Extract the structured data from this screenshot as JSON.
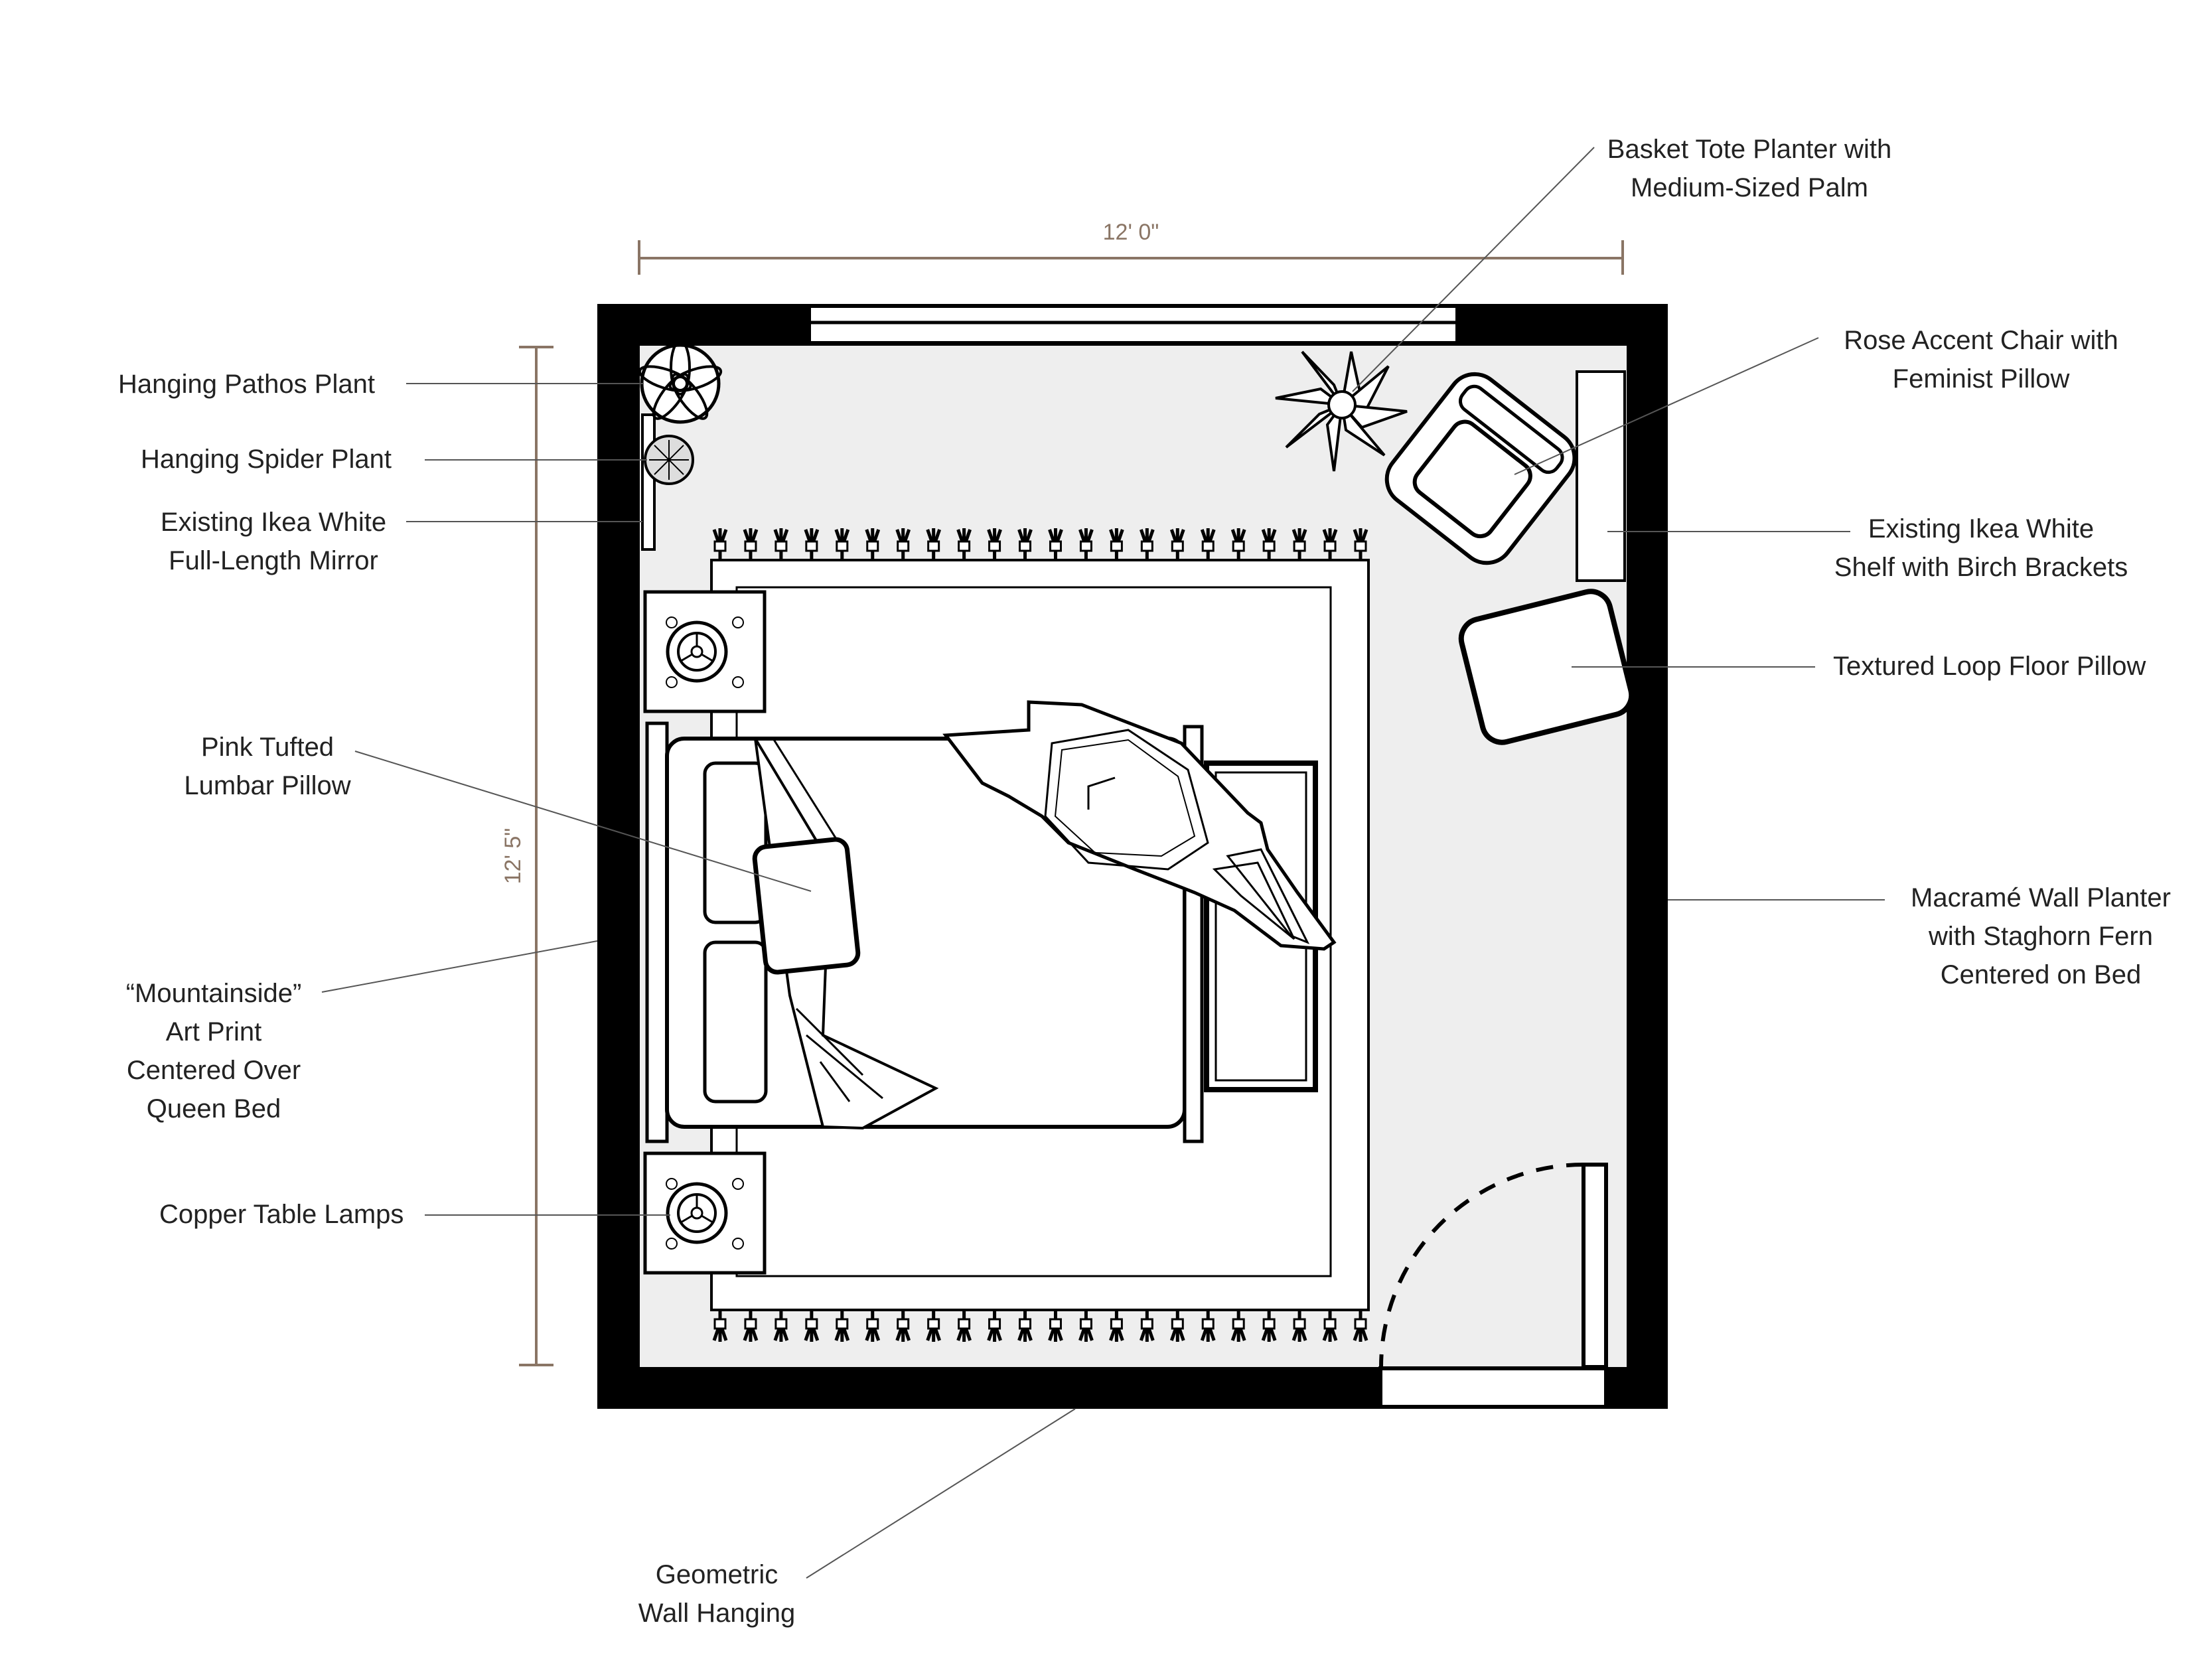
{
  "dimensions": {
    "width": "12' 0\"",
    "length": "12' 5\""
  },
  "annotations": {
    "basket_planter": [
      "Basket Tote Planter with",
      "Medium-Sized Palm"
    ],
    "pathos_plant": [
      "Hanging Pathos Plant"
    ],
    "spider_plant": [
      "Hanging Spider Plant"
    ],
    "mirror": [
      "Existing Ikea White",
      "Full-Length Mirror"
    ],
    "lumbar_pillow": [
      "Pink Tufted",
      "Lumbar Pillow"
    ],
    "art_print": [
      "“Mountainside”",
      "Art Print",
      "Centered Over",
      "Queen Bed"
    ],
    "table_lamps": [
      "Copper Table Lamps"
    ],
    "wall_hanging": [
      "Geometric",
      "Wall Hanging"
    ],
    "accent_chair": [
      "Rose Accent Chair with",
      "Feminist Pillow"
    ],
    "shelf": [
      "Existing Ikea White",
      "Shelf with Birch Brackets"
    ],
    "floor_pillow": [
      "Textured Loop Floor Pillow"
    ],
    "wall_planter": [
      "Macramé Wall Planter",
      "with Staghorn Fern",
      "Centered on Bed"
    ]
  },
  "colors": {
    "wall": "#000000",
    "floor": "#eeeeee",
    "dimension": "#8a7565",
    "leader": "#555555"
  }
}
